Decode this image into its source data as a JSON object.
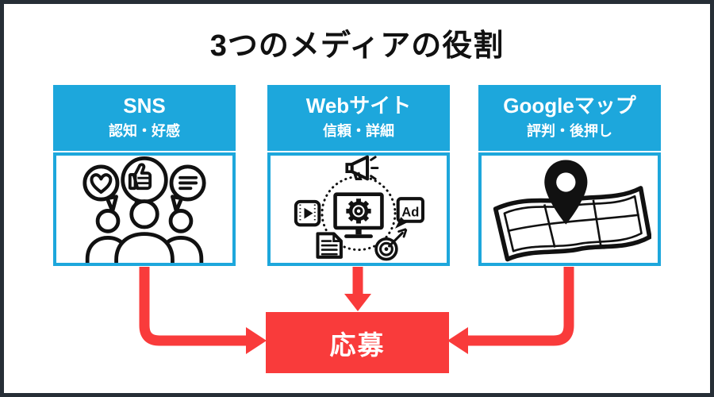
{
  "title": "3つのメディアの役割",
  "colors": {
    "accent_blue": "#1da7dc",
    "accent_red": "#f93b3b",
    "frame_navy": "#262e36",
    "ink": "#111111"
  },
  "cards": [
    {
      "title": "SNS",
      "subtitle": "認知・好感",
      "icon": "sns-reactions-people-icon"
    },
    {
      "title": "Webサイト",
      "subtitle": "信頼・詳細",
      "icon": "website-marketing-icon",
      "icon_labels": {
        "ad": "Ad"
      }
    },
    {
      "title": "Googleマップ",
      "subtitle": "評判・後押し",
      "icon": "map-location-pin-icon"
    }
  ],
  "result": {
    "label": "応募"
  }
}
